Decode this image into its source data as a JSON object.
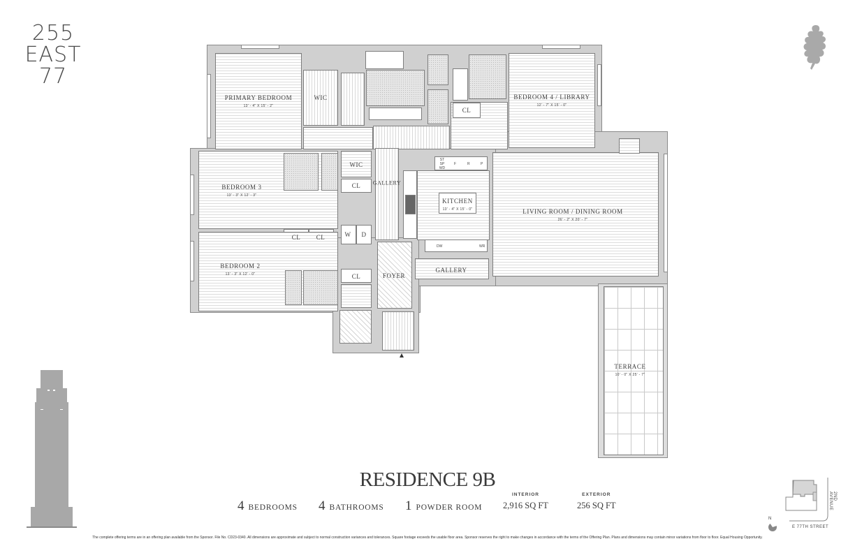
{
  "brand": {
    "logo_lines": [
      "255",
      "EAST",
      "77"
    ],
    "leaf_icon": "oak-leaf-icon",
    "tower_icon": "building-elevation-icon"
  },
  "rooms": {
    "primary_bedroom": {
      "name": "PRIMARY BEDROOM",
      "dim": "13' - 4\" X 15' - 2\""
    },
    "bedroom4": {
      "name": "BEDROOM 4 / LIBRARY",
      "dim": "12' - 7\" X 15' - 0\""
    },
    "bedroom3": {
      "name": "BEDROOM 3",
      "dim": "13' - 3\" X 12' - 3\""
    },
    "bedroom2": {
      "name": "BEDROOM 2",
      "dim": "13' - 3\" X 12' - 0\""
    },
    "kitchen": {
      "name": "KITCHEN",
      "dim": "13' - 4\" X 15' - 0\""
    },
    "living": {
      "name": "LIVING ROOM / DINING ROOM",
      "dim": "26' - 2\" X 20' - 7\""
    },
    "terrace": {
      "name": "TERRACE",
      "dim": "10' - 0\" X 25' - 7\""
    }
  },
  "labels": {
    "wic1": "WIC",
    "wic2": "WIC",
    "gallery1": "GALLERY",
    "gallery2": "GALLERY",
    "foyer": "FOYER",
    "cl_top": "CL",
    "cl_bed3": "CL",
    "cl_a": "CL",
    "cl_b": "CL",
    "cl_bottom": "CL",
    "washer": "W",
    "dryer": "D"
  },
  "appliances": {
    "st_sp_wd": [
      "ST",
      "SP",
      "WD"
    ],
    "fridge_f": "F",
    "fridge_r": "R",
    "pantry": "P",
    "dw": "DW",
    "wr": "WR"
  },
  "summary": {
    "title": "RESIDENCE 9B",
    "bedrooms_num": "4",
    "bedrooms_word": "BEDROOMS",
    "bathrooms_num": "4",
    "bathrooms_word": "BATHROOMS",
    "powder_num": "1",
    "powder_word": "POWDER ROOM",
    "interior_caption": "INTERIOR",
    "interior_value": "2,916 SQ FT",
    "exterior_caption": "EXTERIOR",
    "exterior_value": "256 SQ FT"
  },
  "keyplan": {
    "north_label": "N",
    "street": "E 77TH STREET",
    "avenue": "2ND AVENUE"
  },
  "disclaimer": "The complete offering terms are in an offering plan available from the Sponsor. File No. CD23-0340. All dimensions are approximate and subject to normal construction variances and tolerances. Square footage exceeds the usable floor area. Sponsor reserves the right to make changes in accordance with the terms of the Offering Plan. Plans and dimensions may contain minor variations from floor to floor. Equal Housing Opportunity.",
  "colors": {
    "wall": "#d0d0d0",
    "line": "#7d7d7d",
    "text": "#3a3a3a"
  }
}
